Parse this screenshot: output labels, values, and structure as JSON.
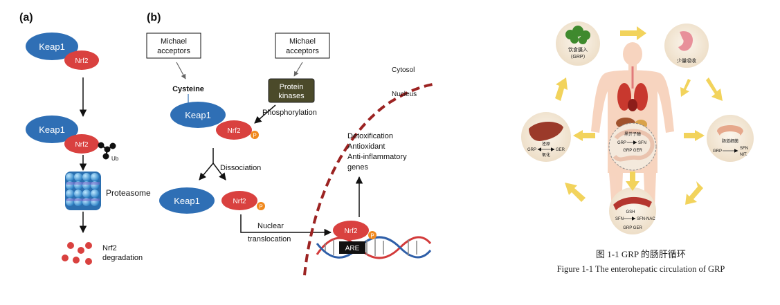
{
  "panel_a": {
    "label": "(a)",
    "keap1": "Keap1",
    "nrf2": "Nrf2",
    "ub": "Ub",
    "proteasome": "Proteasome",
    "degradation_line1": "Nrf2",
    "degradation_line2": "degradation"
  },
  "panel_b": {
    "label": "(b)",
    "michael_left_line1": "Michael",
    "michael_left_line2": "acceptors",
    "michael_right_line1": "Michael",
    "michael_right_line2": "acceptors",
    "protein_kinases_line1": "Protein",
    "protein_kinases_line2": "kinases",
    "cysteine": "Cysteine",
    "phosphorylation": "Phosphorylation",
    "keap1": "Keap1",
    "nrf2": "Nrf2",
    "p": "P",
    "dissociation": "Dissociation",
    "nuclear_line1": "Nuclear",
    "nuclear_line2": "translocation",
    "cytosol": "Cytosol",
    "nucleus": "Nucleus",
    "are": "ARE",
    "genes_line1": "Detoxification",
    "genes_line2": "Antioxidant",
    "genes_line3": "Anti-inflammatory",
    "genes_line4": "genes"
  },
  "panel_c": {
    "intake_line1": "饮食摄入",
    "intake_line2": "（GRP）",
    "absorb": "少量吸收",
    "liver_grp": "GRP",
    "liver_ger": "GER",
    "liver_top": "还原",
    "liver_bottom": "氧化",
    "center_top": "黑芥子酶",
    "center_grp": "GRP",
    "center_sfn": "SFN",
    "center_bottom": "GRP  GER",
    "gut_top": "肠道细菌",
    "gut_grp": "GRP",
    "gut_sfn": "SFN",
    "gut_nit": "NIT.",
    "blood_gsh": "GSH",
    "blood_sfn": "SFN",
    "blood_nac": "SFN-NAC",
    "blood_bottom": "GRP   GER",
    "caption_cn": "图 1-1 GRP 的肠肝循环",
    "caption_en": "Figure 1-1 The enterohepatic circulation of GRP"
  },
  "colors": {
    "keap1_blue": "#2f6fb5",
    "nrf2_red": "#d9413f",
    "p_orange": "#f0891e",
    "kinase_dark": "#4b4a2a",
    "nucleus_red": "#9c2322",
    "arrow_gold": "#f2d35c",
    "circle_cream": "#f5ead8"
  }
}
